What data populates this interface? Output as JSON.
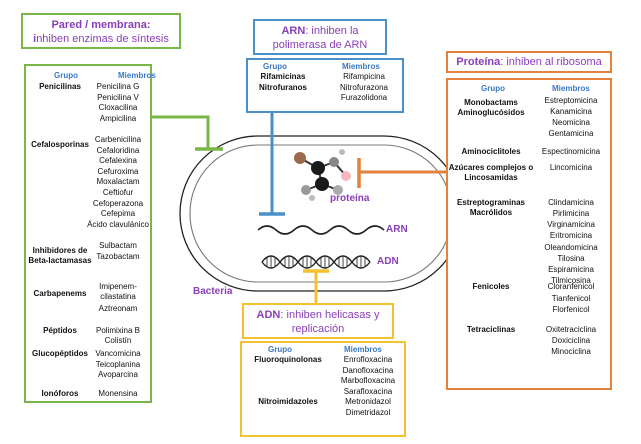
{
  "colors": {
    "green": "#7ab648",
    "blue": "#4a90c8",
    "orange": "#e3823a",
    "yellow": "#f2c230",
    "purple": "#8a3fb8",
    "groupblue": "#3b78c4"
  },
  "cell": {
    "label": "Bacteria",
    "protein_label": "proteína",
    "rna_label": "ARN",
    "dna_label": "ADN"
  },
  "wall": {
    "title_bold": "Pared / membrana:",
    "title_rest_1": "i",
    "title_rest_2": "nhiben enzimas de síntesis",
    "group_header": "Grupo",
    "members_header": "Miembros",
    "groups": [
      {
        "name": "Penicilinas",
        "members": [
          "Penicilina G",
          "Penicilina V",
          "Cloxacilina",
          "Ampicilina"
        ]
      },
      {
        "name": "Cefalosporinas",
        "members": [
          "Carbenicilina",
          "Cefaloridina",
          "Cefalexina",
          "Cefuroxima",
          "Moxalactam",
          "Ceftiofur",
          "Cefoperazona",
          "Cefepima"
        ]
      },
      {
        "name": "Inhibidores de Beta-lactamasas",
        "members": [
          "Ácido clavulánico",
          "Sulbactam",
          "Tazobactam"
        ]
      },
      {
        "name": "Carbapenems",
        "members": [
          "Imipenem-cilastatina",
          "Aztreonam"
        ]
      },
      {
        "name": "Péptidos",
        "members": [
          "Polimixina B",
          "Colistín"
        ]
      },
      {
        "name": "Glucopéptidos",
        "members": [
          "Vancomicina",
          "Teicoplanina",
          "Avoparcina"
        ]
      },
      {
        "name": "Ionóforos",
        "members": [
          "Monensina"
        ]
      }
    ]
  },
  "arn": {
    "title_bold": "ARN",
    "title_rest": ": inhiben la polimerasa de ARN",
    "group_header": "Grupo",
    "members_header": "Miembros",
    "groups": [
      {
        "name": "Rifamicinas",
        "members": [
          "Rifampicina"
        ]
      },
      {
        "name": "Nitrofuranos",
        "members": [
          "Nitrofurazona",
          "Furazolidona"
        ]
      }
    ]
  },
  "protein": {
    "title_bold": "Proteína",
    "title_rest": ": inhiben al ribosoma",
    "group_header": "Grupo",
    "members_header": "Miembros",
    "groups": [
      {
        "name": "Monobactams Aminoglucósidos",
        "members": [
          "Estreptomicina",
          "Kanamicina",
          "Neomicina",
          "Gentamicina"
        ]
      },
      {
        "name": "Aminociclitoles",
        "members": [
          "Espectinomicina"
        ]
      },
      {
        "name": "Azúcares complejos o Lincosamidas",
        "members": [
          "Lincomicina"
        ]
      },
      {
        "name": "Estreptograminas Macrólidos",
        "members": [
          "Clindamicina",
          "Pirlimicina",
          "Virginamicina",
          "Eritromicina",
          "Oleandomicina",
          "Tilosina",
          "Espiramicina",
          "Tilmicosina"
        ]
      },
      {
        "name": "Fenicoles",
        "members": [
          "Cloranfenicol",
          "Tianfenicol",
          "Florfenicol"
        ]
      },
      {
        "name": "Tetraciclinas",
        "members": [
          "Oxitetraciclina",
          "Doxiciclina",
          "Minociclina"
        ]
      }
    ]
  },
  "adn": {
    "title_bold": "ADN",
    "title_rest": ": inhiben helicasas y replicación",
    "group_header": "Grupo",
    "members_header": "Miembros",
    "groups": [
      {
        "name": "Fluoroquinolonas",
        "members": [
          "Enrofloxacina",
          "Danofloxacina",
          "Marbofloxacina",
          "Sarafloxacina"
        ]
      },
      {
        "name": "Nitroimidazoles",
        "members": [
          "Metronidazol",
          "Dimetridazol"
        ]
      }
    ]
  }
}
